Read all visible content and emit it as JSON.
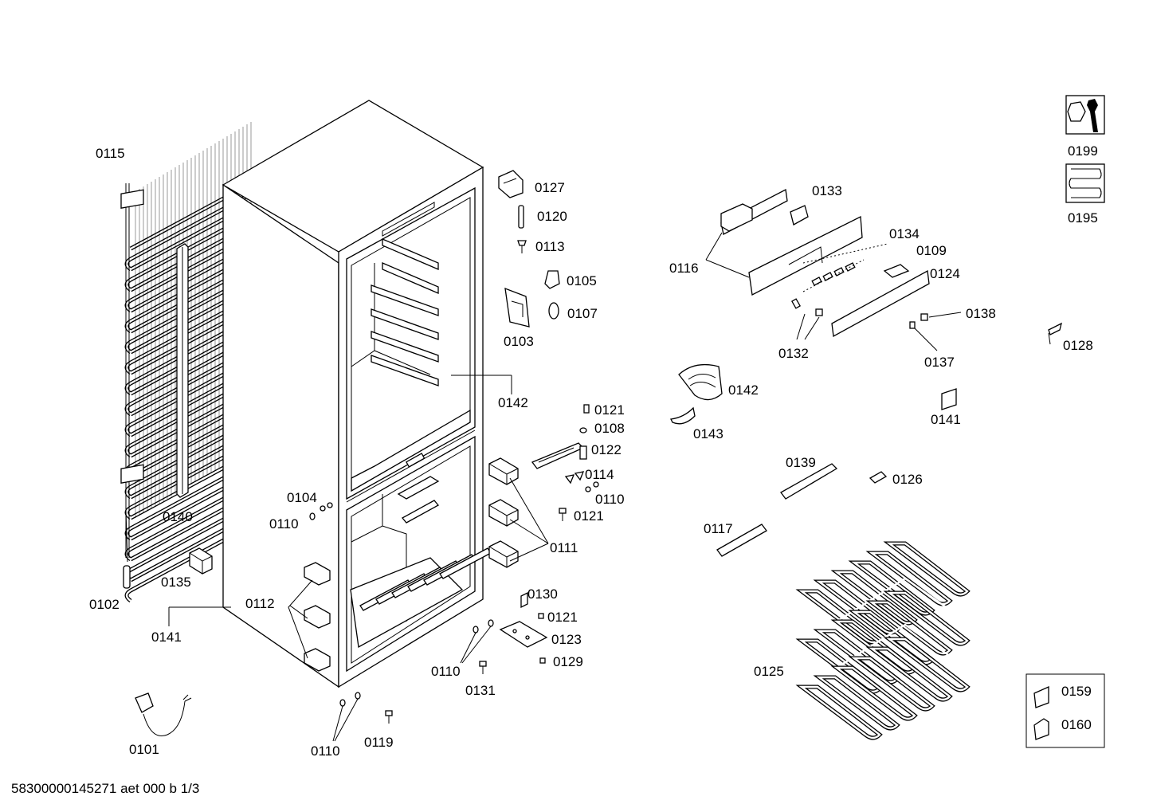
{
  "footer": {
    "text": "58300000145271 aet 000 b 1/3"
  },
  "labels": {
    "p0115": "0115",
    "p0140": "0140",
    "p0102": "0102",
    "p0135": "0135",
    "p0141a": "0141",
    "p0112": "0112",
    "p0101": "0101",
    "p0104": "0104",
    "p0110a": "0110",
    "p0110b": "0110",
    "p0110c": "0110",
    "p0110d": "0110",
    "p0119": "0119",
    "p0131": "0131",
    "p0127": "0127",
    "p0120": "0120",
    "p0113": "0113",
    "p0105": "0105",
    "p0107": "0107",
    "p0103": "0103",
    "p0142a": "0142",
    "p0121a": "0121",
    "p0108": "0108",
    "p0122": "0122",
    "p0114": "0114",
    "p0121b": "0121",
    "p0111": "0111",
    "p0130": "0130",
    "p0121c": "0121",
    "p0123": "0123",
    "p0129": "0129",
    "p0133": "0133",
    "p0116": "0116",
    "p0134": "0134",
    "p0109": "0109",
    "p0124": "0124",
    "p0132": "0132",
    "p0138": "0138",
    "p0137": "0137",
    "p0128": "0128",
    "p0142b": "0142",
    "p0143": "0143",
    "p0141b": "0141",
    "p0139": "0139",
    "p0126": "0126",
    "p0117": "0117",
    "p0125": "0125",
    "p0199": "0199",
    "p0195": "0195",
    "p0159": "0159",
    "p0160": "0160"
  },
  "icons": [
    "wrench-nut-icon",
    "coil-icon",
    "bracket-icon"
  ]
}
